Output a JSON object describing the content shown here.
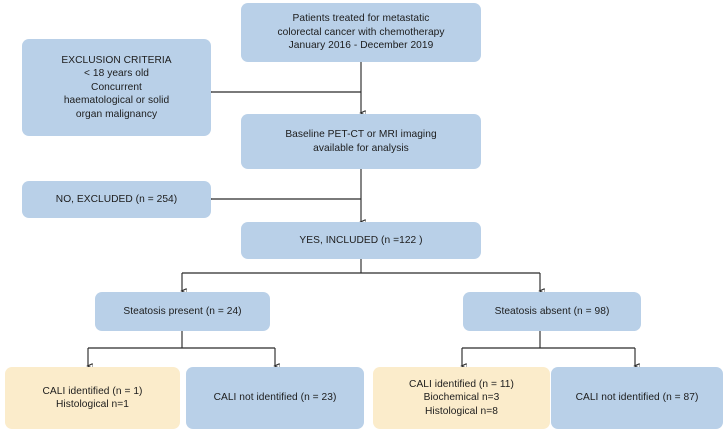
{
  "diagram": {
    "title": "CALI patient selection flowchart",
    "colors": {
      "blue_box": "#b9d0e8",
      "cream_box": "#fbeccb",
      "connector": "#2b2b2b",
      "text": "#1c1c1c",
      "background": "#ffffff"
    },
    "nodes": [
      {
        "id": "cohort",
        "text": "Patients treated for metastatic\ncolorectal cancer with chemotherapy\nJanuary 2016 - December 2019",
        "style": "blue"
      },
      {
        "id": "exclusion-criteria",
        "text": "EXCLUSION CRITERIA\n< 18 years old\nConcurrent\nhaematological or solid\norgan malignancy",
        "style": "blue"
      },
      {
        "id": "baseline-imaging",
        "text": "Baseline PET-CT or MRI imaging\navailable for analysis",
        "style": "blue"
      },
      {
        "id": "no-excluded",
        "text": "NO, EXCLUDED (n = 254)",
        "style": "blue"
      },
      {
        "id": "yes-included",
        "text": "YES, INCLUDED (n =122 )",
        "style": "blue"
      },
      {
        "id": "steatosis-present",
        "text": "Steatosis present (n = 24)",
        "style": "blue"
      },
      {
        "id": "steatosis-absent",
        "text": "Steatosis absent (n = 98)",
        "style": "blue"
      },
      {
        "id": "cali-identified-present",
        "text": "CALI identified (n = 1)\nHistological n=1",
        "style": "cream"
      },
      {
        "id": "cali-not-identified-present",
        "text": "CALI not identified (n = 23)",
        "style": "blue"
      },
      {
        "id": "cali-identified-absent",
        "text": "CALI identified (n = 11)\nBiochemical n=3\nHistological n=8",
        "style": "cream"
      },
      {
        "id": "cali-not-identified-absent",
        "text": "CALI not identified (n = 87)",
        "style": "blue"
      }
    ]
  }
}
